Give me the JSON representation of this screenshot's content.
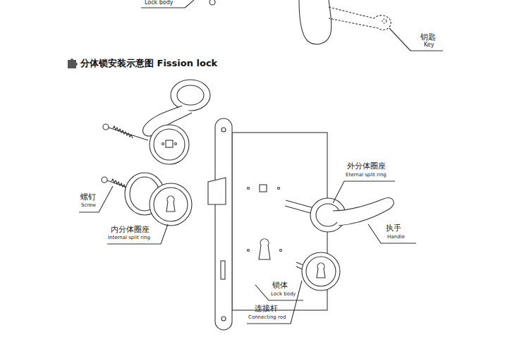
{
  "diagram": {
    "title": "分体锁安装示意图 Fission lock",
    "labels": [
      "Lock body",
      "钥匙",
      "Key",
      "螺钉",
      "Screw",
      "内分体圈座",
      "Internal split ring",
      "外分体圈座",
      "Eternal split ring",
      "执手",
      "Handle",
      "锁体",
      "Lock body",
      "连接杆",
      "Connecting rod"
    ]
  }
}
